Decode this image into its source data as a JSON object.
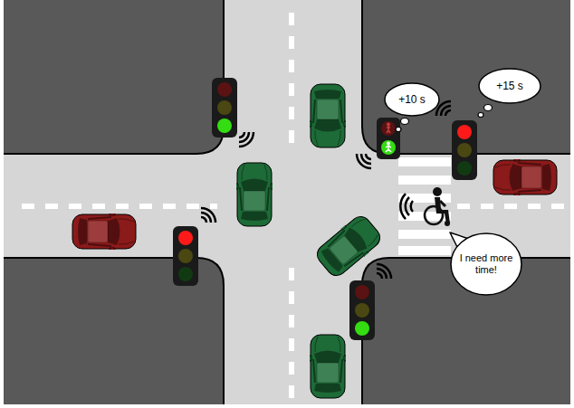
{
  "diagram": {
    "nodes": [
      {
        "text": [
          "+10 s"
        ]
      },
      {
        "text": [
          "+15 s"
        ]
      },
      {
        "text": [
          "I need more time!"
        ]
      }
    ]
  }
}
